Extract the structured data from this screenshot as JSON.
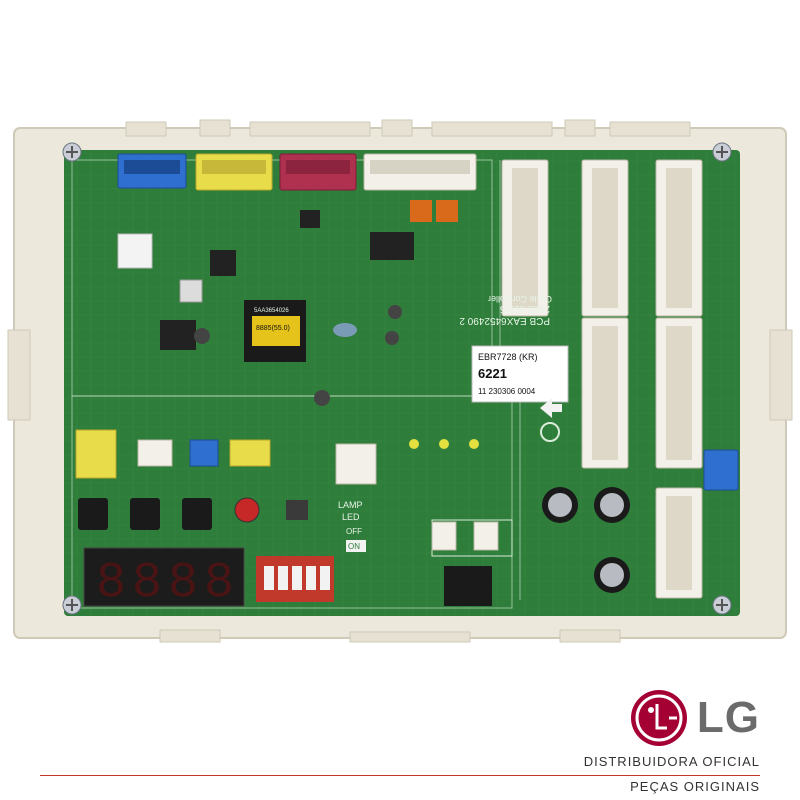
{
  "board": {
    "part_label": "EBR7728 (KR)",
    "code": "6221",
    "serial": "11 230306 0004",
    "pcb_text": "PCB EAX6452490 2",
    "pcb_date": "2018.05.25",
    "controller_text": "Cycle Controller",
    "lamp_label": "LAMP",
    "led_label": "LED",
    "on_label": "ON",
    "off_label": "OFF",
    "chip_text": "8885(55.0)",
    "chip_code": "5AA3654026",
    "display_digits": "8888"
  },
  "brand": {
    "logo_text": "LG",
    "tagline1": "DISTRIBUIDORA OFICIAL",
    "tagline2": "PEÇAS ORIGINAIS",
    "red": "#a50034",
    "gray": "#6b6b6b"
  },
  "colors": {
    "pcb_green": "#2f7d3a",
    "pcb_dark": "#1f5e2a",
    "frame": "#ece8dc",
    "connector_blue": "#2f6fd0",
    "connector_yellow": "#e9dc4a",
    "connector_red": "#b03050",
    "connector_white": "#f2f0e8",
    "display_red": "#e03030"
  }
}
